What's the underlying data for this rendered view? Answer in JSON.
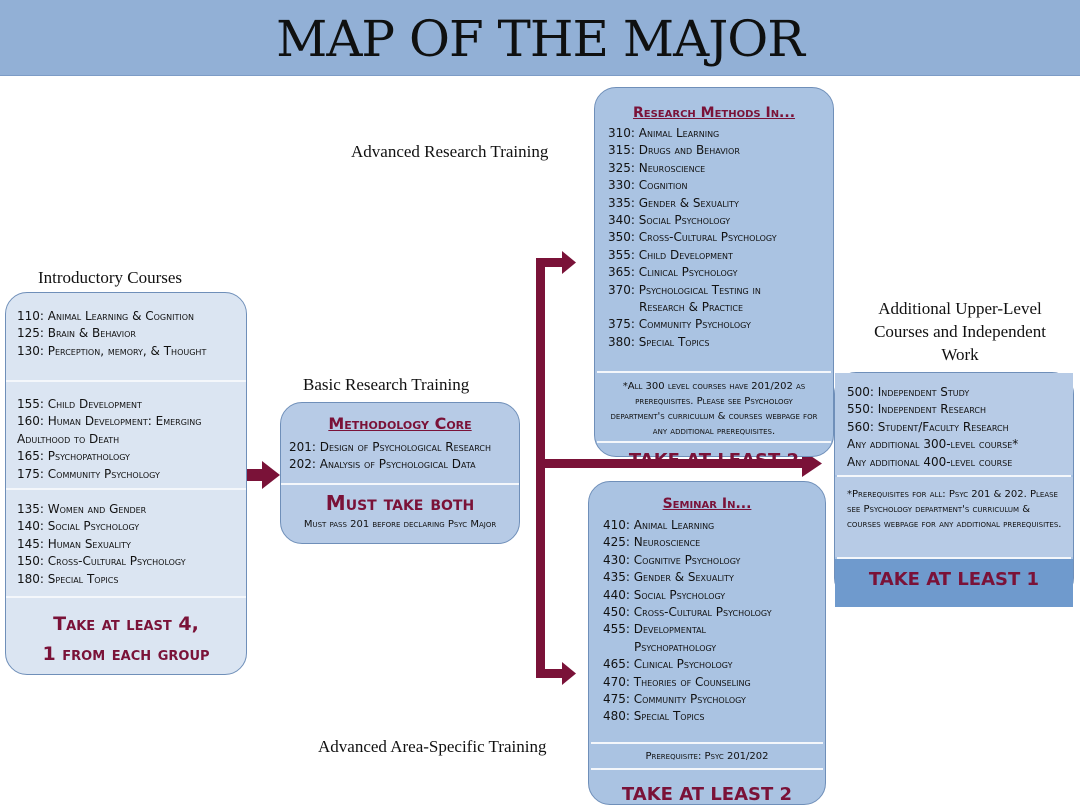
{
  "title": "MAP OF THE MAJOR",
  "colors": {
    "banner": "#92b0d6",
    "accent": "#7a1238",
    "arrow": "#7a1238"
  },
  "intro": {
    "heading": "Introductory Courses",
    "group1": [
      "110: Animal Learning & Cognition",
      "125:  Brain & Behavior",
      "130: Perception, memory, & Thought"
    ],
    "group2": [
      "155: Child Development",
      "160: Human Development: Emerging Adulthood to Death",
      "165: Psychopathology",
      "175: Community Psychology"
    ],
    "group3": [
      "135: Women and Gender",
      "140: Social Psychology",
      "145: Human Sexuality",
      "150: Cross-Cultural Psychology",
      "180: Special Topics"
    ],
    "take_line1": "Take at least 4,",
    "take_line2": "1 from each group"
  },
  "basic": {
    "heading": "Basic Research Training",
    "box_title": "Methodology Core",
    "items": [
      "201: Design of Psychological Research",
      "202: Analysis of Psychological Data"
    ],
    "take": "Must take both",
    "note": "Must pass 201 before declaring Psyc Major"
  },
  "research": {
    "heading": "Advanced Research Training",
    "box_title": "Research Methods In...",
    "items": [
      "310: Animal Learning",
      "315: Drugs and Behavior",
      "325: Neuroscience",
      "330: Cognition",
      "335: Gender & Sexuality",
      "340: Social Psychology",
      "350: Cross-Cultural Psychology",
      "355: Child Development",
      "365: Clinical Psychology",
      "370: Psychological Testing in",
      "Research & Practice",
      "375: Community Psychology",
      "380: Special Topics"
    ],
    "note": "*All 300 level courses have 201/202 as prerequisites. Please see Psychology department's curriculum & courses webpage for any additional prerequisites.",
    "take": "TAKE AT LEAST 2"
  },
  "seminar": {
    "heading": "Advanced Area-Specific Training",
    "box_title": "Seminar In...",
    "items": [
      "410: Animal Learning",
      "425: Neuroscience",
      "430: Cognitive Psychology",
      "435: Gender & Sexuality",
      "440: Social Psychology",
      "450: Cross-Cultural Psychology",
      "455: Developmental",
      "Psychopathology",
      "465: Clinical Psychology",
      "470: Theories of Counseling",
      "475: Community Psychology",
      "480: Special Topics"
    ],
    "note": "Prerequisite: Psyc 201/202",
    "take": "TAKE AT LEAST 2"
  },
  "additional": {
    "heading": "Additional Upper-Level Courses and Independent Work",
    "items": [
      "500: Independent Study",
      "550: Independent Research",
      "560: Student/Faculty Research",
      "Any additional 300-level course*",
      "Any additional 400-level course"
    ],
    "note": "*Prerequisites for all: Psyc 201 & 202. Please see Psychology department's curriculum & courses webpage for any additional prerequisites.",
    "take": "TAKE AT LEAST 1"
  }
}
